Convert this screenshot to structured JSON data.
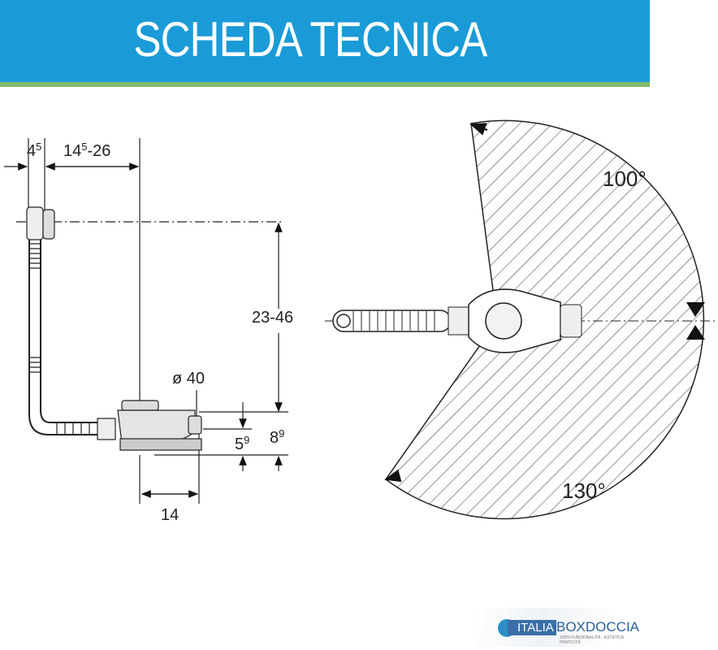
{
  "header": {
    "title": "SCHEDA TECNICA",
    "bg": "#1a9bd7",
    "accent": "#82b96a"
  },
  "left_view": {
    "dim_a": "4",
    "dim_a_sup": "5",
    "dim_b": "14",
    "dim_b_sup": "5",
    "dim_b_rest": "-26",
    "dim_height": "23-46",
    "diameter": "ø 40",
    "dim_c": "5",
    "dim_c_sup": "9",
    "dim_d": "8",
    "dim_d_sup": "9",
    "dim_width": "14"
  },
  "right_view": {
    "angle_top": "100°",
    "angle_bottom": "130°"
  },
  "logo": {
    "italia": "ITALIA",
    "boxdoccia": "BOXDOCCIA",
    "tagline": "100% FUNZIONALITÀ · ESTETICA · PRATICITÀ"
  }
}
